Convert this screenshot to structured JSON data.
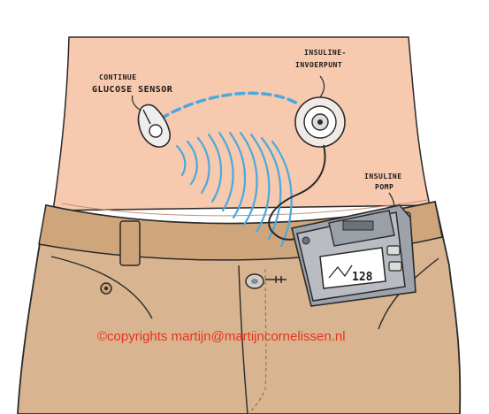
{
  "labels": {
    "sensor_line1": "CONTINUE",
    "sensor_line2": "GLUCOSE SENSOR",
    "infusion_line1": "INSULINE-",
    "infusion_line2": "INVOERPUNT",
    "pump_line1": "INSULINE",
    "pump_line2": "POMP"
  },
  "pump_display": {
    "value": "128"
  },
  "copyright": "©copyrights martijn@martijncornelissen.nl",
  "colors": {
    "skin": "#f7c9ae",
    "pants": "#d8b590",
    "pump_body": "#b9bcc3",
    "signal": "#4aa9df",
    "copyright": "#e8321e"
  }
}
